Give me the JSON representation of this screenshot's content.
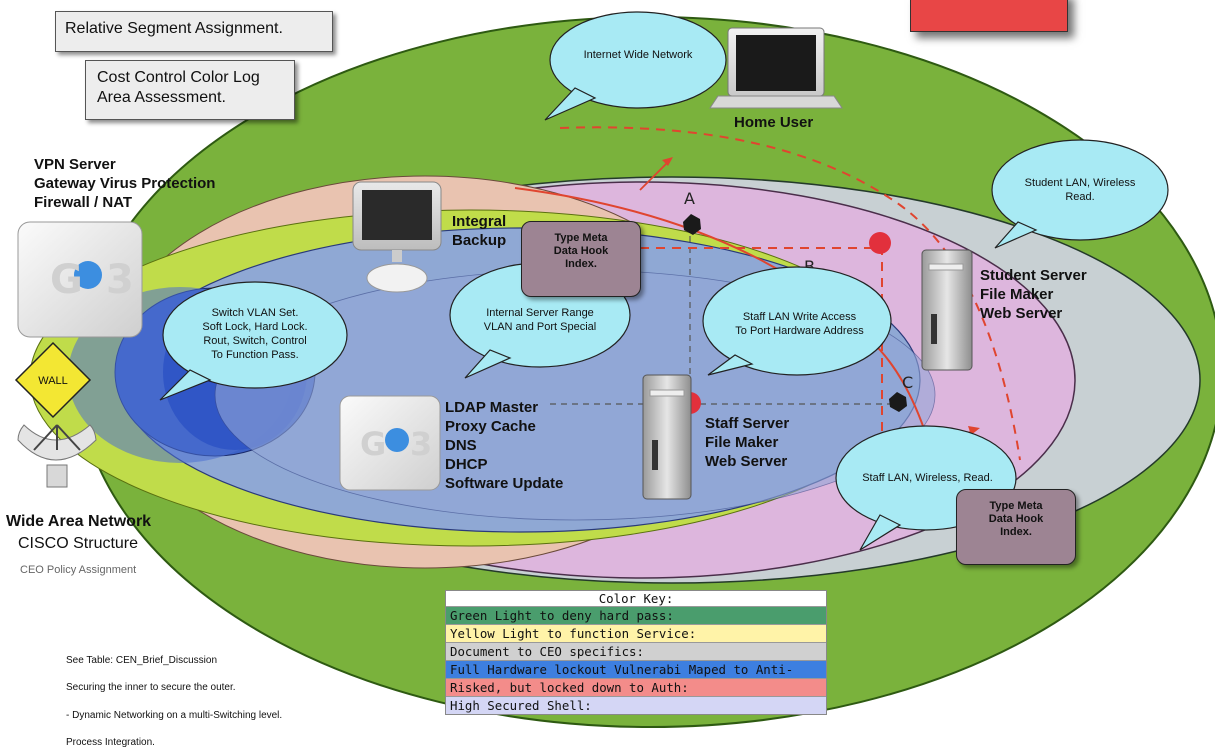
{
  "boxes": {
    "segment": "Relative Segment Assignment.",
    "cost_line1": "Cost Control Color Log",
    "cost_line2": "Area Assessment."
  },
  "labels": {
    "home_user": "Home User",
    "vpn": [
      "VPN Server",
      "Gateway Virus Protection",
      "Firewall / NAT"
    ],
    "integral": [
      "Integral",
      "Backup"
    ],
    "ldap": [
      "LDAP Master",
      "Proxy Cache",
      "DNS",
      "DHCP",
      "Software Update"
    ],
    "staff_server": [
      "Staff Server",
      "File Maker",
      "Web Server"
    ],
    "student_server": [
      "Student Server",
      "File Maker",
      "Web Server"
    ],
    "wan_title": "Wide Area Network",
    "wan_sub": "CISCO Structure",
    "ceo_policy": "CEO Policy Assignment",
    "wall": "WALL",
    "point_a": "A",
    "point_b": "B",
    "point_c": "C",
    "g3": "G3"
  },
  "bubbles": {
    "internet": "Internet Wide Network",
    "student_lan": [
      "Student LAN, Wireless",
      "Read."
    ],
    "switch": [
      "Switch VLAN Set.",
      "Soft Lock, Hard Lock.",
      "Rout, Switch, Control",
      "To Function Pass."
    ],
    "internal": [
      "Internal Server Range",
      "VLAN and Port Special"
    ],
    "staff_lan_write": [
      "Staff LAN Write Access",
      "To Port Hardware Address"
    ],
    "staff_lan_read": "Staff LAN, Wireless, Read."
  },
  "meta_boxes": {
    "top": [
      "Type Meta",
      "Data Hook",
      "Index."
    ],
    "bottom": [
      "Type Meta",
      "Data Hook",
      "Index."
    ]
  },
  "notes": [
    "See Table: CEN_Brief_Discussion",
    "Securing the inner to secure the outer.",
    "- Dynamic Networking on a multi-Switching level.",
    "Process Integration."
  ],
  "color_key": {
    "header": "Color Key:",
    "rows": [
      {
        "label": "Green Light to deny hard pass:",
        "color": "#4a9d6d"
      },
      {
        "label": "Yellow Light to function Service:",
        "color": "#fff3a8"
      },
      {
        "label": "Document to CEO specifics:",
        "color": "#d0d0d0"
      },
      {
        "label": "Full Hardware lockout Vulnerabi Maped to Anti-",
        "color": "#3d7fe0"
      },
      {
        "label": "Risked, but locked down to Auth:",
        "color": "#f38c8a"
      },
      {
        "label": "High Secured Shell:",
        "color": "#d4d6f5"
      }
    ]
  },
  "colors": {
    "outer_green": "#7ab23c",
    "grey_ellipse": "#c8d0d3",
    "pink_ellipse": "#ddb6dd",
    "blue_ellipse": "#8aa6d6",
    "bubble": "#a8eaf4",
    "red_line": "#e0452f",
    "meta": "#9d8493"
  }
}
